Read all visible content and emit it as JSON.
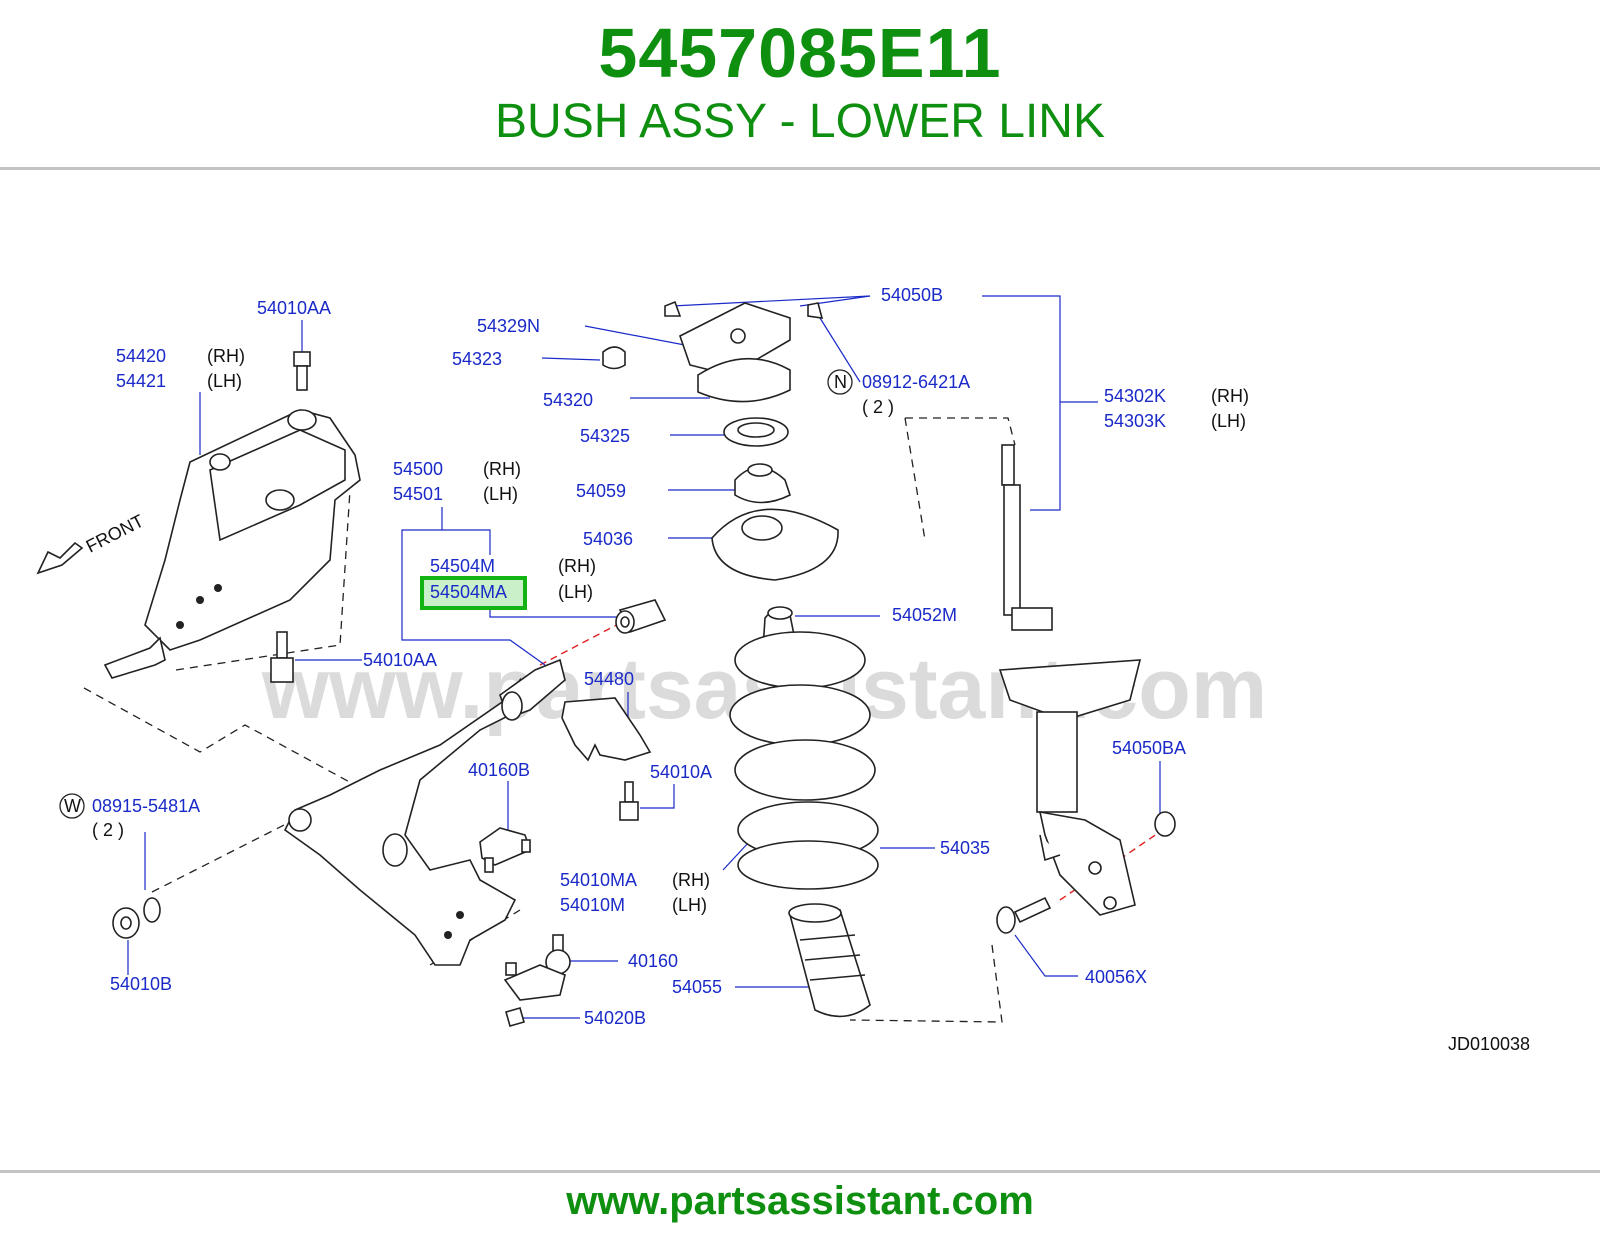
{
  "header": {
    "part_number": "5457085E11",
    "part_name": "BUSH ASSY - LOWER LINK"
  },
  "diagram": {
    "code": "JD010038",
    "watermark": "www.partsassistant.com",
    "front_label": "FRONT",
    "highlight_color": "#12b312",
    "labels": {
      "l54010AA_top": "54010AA",
      "l54420": "54420",
      "l54420_side": "(RH)",
      "l54421": "54421",
      "l54421_side": "(LH)",
      "l54329N": "54329N",
      "l54323": "54323",
      "l54320": "54320",
      "l54325": "54325",
      "l54059": "54059",
      "l54036": "54036",
      "l54050B": "54050B",
      "l08912_circle": "N",
      "l08912": "08912-6421A",
      "l08912_qty": "( 2 )",
      "l54302K": "54302K",
      "l54302K_side": "(RH)",
      "l54303K": "54303K",
      "l54303K_side": "(LH)",
      "l54500": "54500",
      "l54500_side": "(RH)",
      "l54501": "54501",
      "l54501_side": "(LH)",
      "l54504M": "54504M",
      "l54504M_side": "(RH)",
      "l54504MA": "54504MA",
      "l54504MA_side": "(LH)",
      "l54052M": "54052M",
      "l54010AA_mid": "54010AA",
      "l54480": "54480",
      "l54010A": "54010A",
      "l40160B": "40160B",
      "l54050BA": "54050BA",
      "l08915_circle": "W",
      "l08915": "08915-5481A",
      "l08915_qty": "( 2 )",
      "l54035": "54035",
      "l54010MA": "54010MA",
      "l54010MA_side": "(RH)",
      "l54010M": "54010M",
      "l54010M_side": "(LH)",
      "l40160": "40160",
      "l54010B": "54010B",
      "l54055": "54055",
      "l40056X": "40056X",
      "l54020B": "54020B"
    }
  },
  "footer": {
    "url": "www.partsassistant.com"
  }
}
